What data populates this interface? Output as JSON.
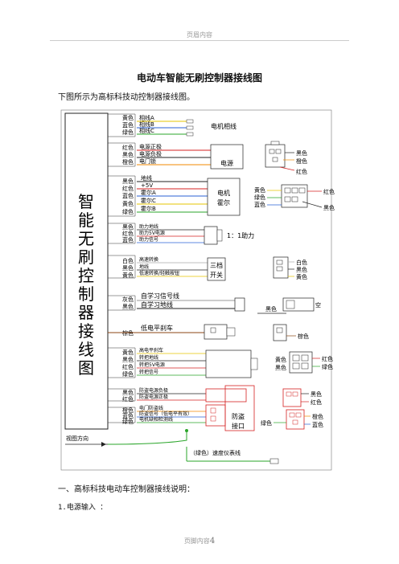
{
  "header": {
    "text": "页眉内容"
  },
  "title": "电动车智能无刷控制器接线图",
  "intro": "下图所示为高标科技动控制器接线图。",
  "diagram": {
    "vertical_title": [
      "智",
      "能",
      "无",
      "刷",
      "控",
      "制",
      "器",
      "接",
      "线",
      "图"
    ],
    "g1": {
      "colors": [
        "黄色",
        "蓝色",
        "绿色"
      ],
      "labels": [
        "相线A",
        "相线B",
        "相线C"
      ],
      "box": "电机相线"
    },
    "g2": {
      "colors": [
        "红色",
        "黑色",
        "橙色"
      ],
      "labels": [
        "电源正极",
        "电源负极",
        "电门锁"
      ],
      "box": "电源",
      "conn": [
        "黑色",
        "橙色",
        "红色"
      ]
    },
    "g3": {
      "colors": [
        "黑色",
        "红色",
        "蓝色",
        "黄色",
        "绿色"
      ],
      "labels": [
        "地线",
        "+5V",
        "霍尔A",
        "霍尔C",
        "霍尔B"
      ],
      "box": [
        "电机",
        "霍尔"
      ],
      "conn_left": [
        "黄色",
        "绿色",
        "蓝色"
      ],
      "conn_right": [
        "红色",
        "黑色"
      ]
    },
    "g4": {
      "colors": [
        "黑色",
        "红色",
        "蓝色"
      ],
      "labels": [
        "助力地线",
        "助力5V电源",
        "助力信号"
      ],
      "ratio": "1：1助力"
    },
    "g5": {
      "colors": [
        "白色",
        "黑色",
        "黄色"
      ],
      "labels": [
        "高速转换",
        "地线",
        "低速转换/轻触按钮"
      ],
      "box": [
        "三档",
        "开关"
      ],
      "conn": [
        "白色",
        "黑色",
        "黄色"
      ]
    },
    "g6": {
      "colors": [
        "灰色",
        "黑色"
      ],
      "labels": [
        "自学习信号线",
        "自学习地线"
      ],
      "conn": [
        "黑色",
        "空"
      ]
    },
    "g7": {
      "colors": [
        "棕色"
      ],
      "labels": [
        "低电平刹车"
      ],
      "conn": [
        "棕色"
      ]
    },
    "g8": {
      "colors": [
        "黄色",
        "黑色",
        "红色",
        "绿色"
      ],
      "labels": [
        "高电平刹车",
        "转把地线",
        "转把5V电源",
        "转把信号"
      ],
      "conn_left": [
        "黄色",
        "黑色"
      ],
      "conn_right": [
        "红色",
        "绿色"
      ]
    },
    "g9": {
      "colors": [
        "黑色",
        "红色"
      ],
      "labels": [
        "防盗电源负极",
        "防盗电源正极"
      ],
      "conn": [
        "黑色",
        "红色"
      ]
    },
    "g10": {
      "colors": [
        "橙色",
        "蓝色",
        "绿色"
      ],
      "labels": [
        "电门防盗线",
        "防盗信号（低电平有效）",
        "电机缺相检测线"
      ],
      "box": [
        "防盗",
        "接口"
      ],
      "conn_left": [
        "绿色"
      ],
      "conn_right": [
        "橙色",
        "蓝色"
      ]
    },
    "view_dir": "视图方向",
    "speedo": "（绿色）速度仪表线"
  },
  "section_heading": "一、高标科技电动车控制器接线说明：",
  "item_1": "1.电源输入 ：",
  "footer": {
    "text": "页脚内容",
    "page": "4"
  }
}
